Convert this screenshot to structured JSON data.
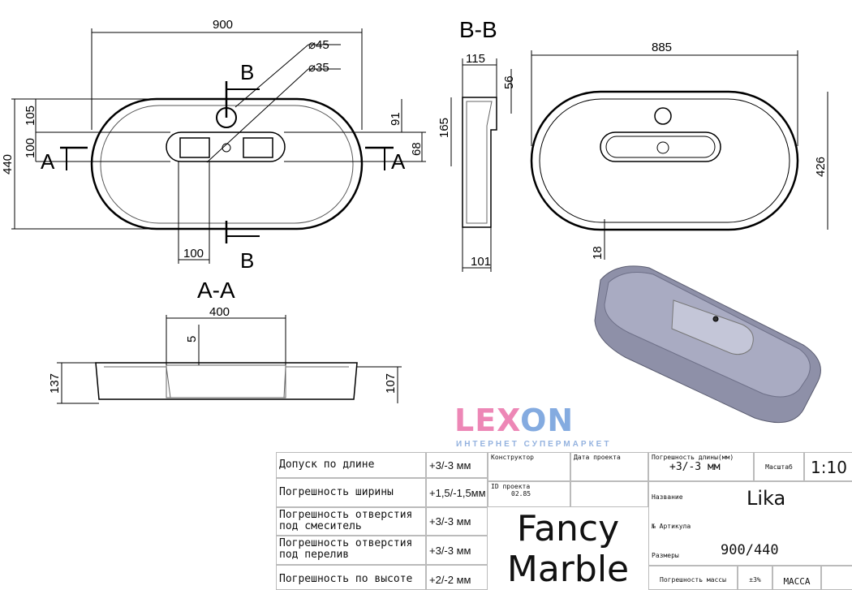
{
  "top_view": {
    "width": "900",
    "hole1": "⌀45",
    "hole2": "⌀35",
    "section_b": "B",
    "section_a": "A",
    "d105": "105",
    "d100_left": "100",
    "d440": "440",
    "d91": "91",
    "d68": "68",
    "d100_bottom": "100"
  },
  "section_bb": {
    "title": "B-B",
    "d115": "115",
    "d56": "56",
    "d165": "165",
    "d101": "101"
  },
  "bottom_view": {
    "d885": "885",
    "d426": "426",
    "d18": "18"
  },
  "section_aa": {
    "title": "A-A",
    "d400": "400",
    "d5": "5",
    "d137": "137",
    "d107": "107"
  },
  "title_block": {
    "rows": [
      {
        "label": "Допуск по длине",
        "value": "+3/-3 мм"
      },
      {
        "label": "Погрешность ширины",
        "value": "+1,5/-1,5мм"
      },
      {
        "label": "Погрешность отверстия под смеситель",
        "value": "+3/-3 мм"
      },
      {
        "label": "Погрешность отверстия под перелив",
        "value": "+3/-3 мм"
      },
      {
        "label": "Погрешность по высоте",
        "value": "+2/-2 мм"
      }
    ],
    "constructor_label": "Конструктор",
    "date_label": "Дата проекта",
    "project_id_label": "ID проекта",
    "project_id": "02.85",
    "brand_line1": "Fancy",
    "brand_line2": "Marble",
    "length_tol_label": "Погрешность длины(мм)",
    "length_tol_value": "+3/-3 мм",
    "scale_label": "Масштаб",
    "scale_value": "1:10",
    "name_label": "Название",
    "name_value": "Lika",
    "article_label": "№ Артикула",
    "size_label": "Размеры",
    "size_value": "900/440",
    "mass_tol_label": "Погрешность массы",
    "mass_tol_value": "±3%",
    "mass_label": "МАССА"
  },
  "watermark": {
    "logo": "LEXON",
    "subtitle": "ИНТЕРНЕТ СУПЕРМАРКЕТ",
    "colors": {
      "pink": "#e8609e",
      "blue": "#5b8fd6"
    }
  }
}
